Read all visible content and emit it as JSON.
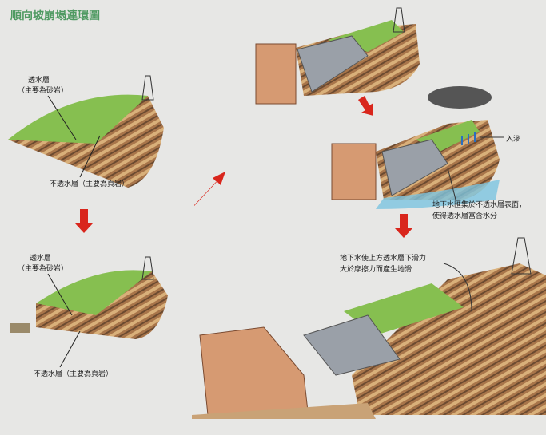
{
  "title": "順向坡崩塌連環圖",
  "labels": {
    "permeable": "透水層",
    "permeable_note": "（主要為砂岩）",
    "impermeable": "不透水層（主要為頁岩）",
    "infiltration": "入滲",
    "groundwater_1": "地下水匯集於不透水層表面，",
    "groundwater_2": "使得透水層富含水分",
    "slide_1": "地下水使上方透水層下滑力",
    "slide_2": "大於摩擦力而產生地滑"
  },
  "colors": {
    "arrow": "#d9261c",
    "grass": "#7cb84a",
    "rock": "#a8754a",
    "title": "#4f9a62"
  }
}
